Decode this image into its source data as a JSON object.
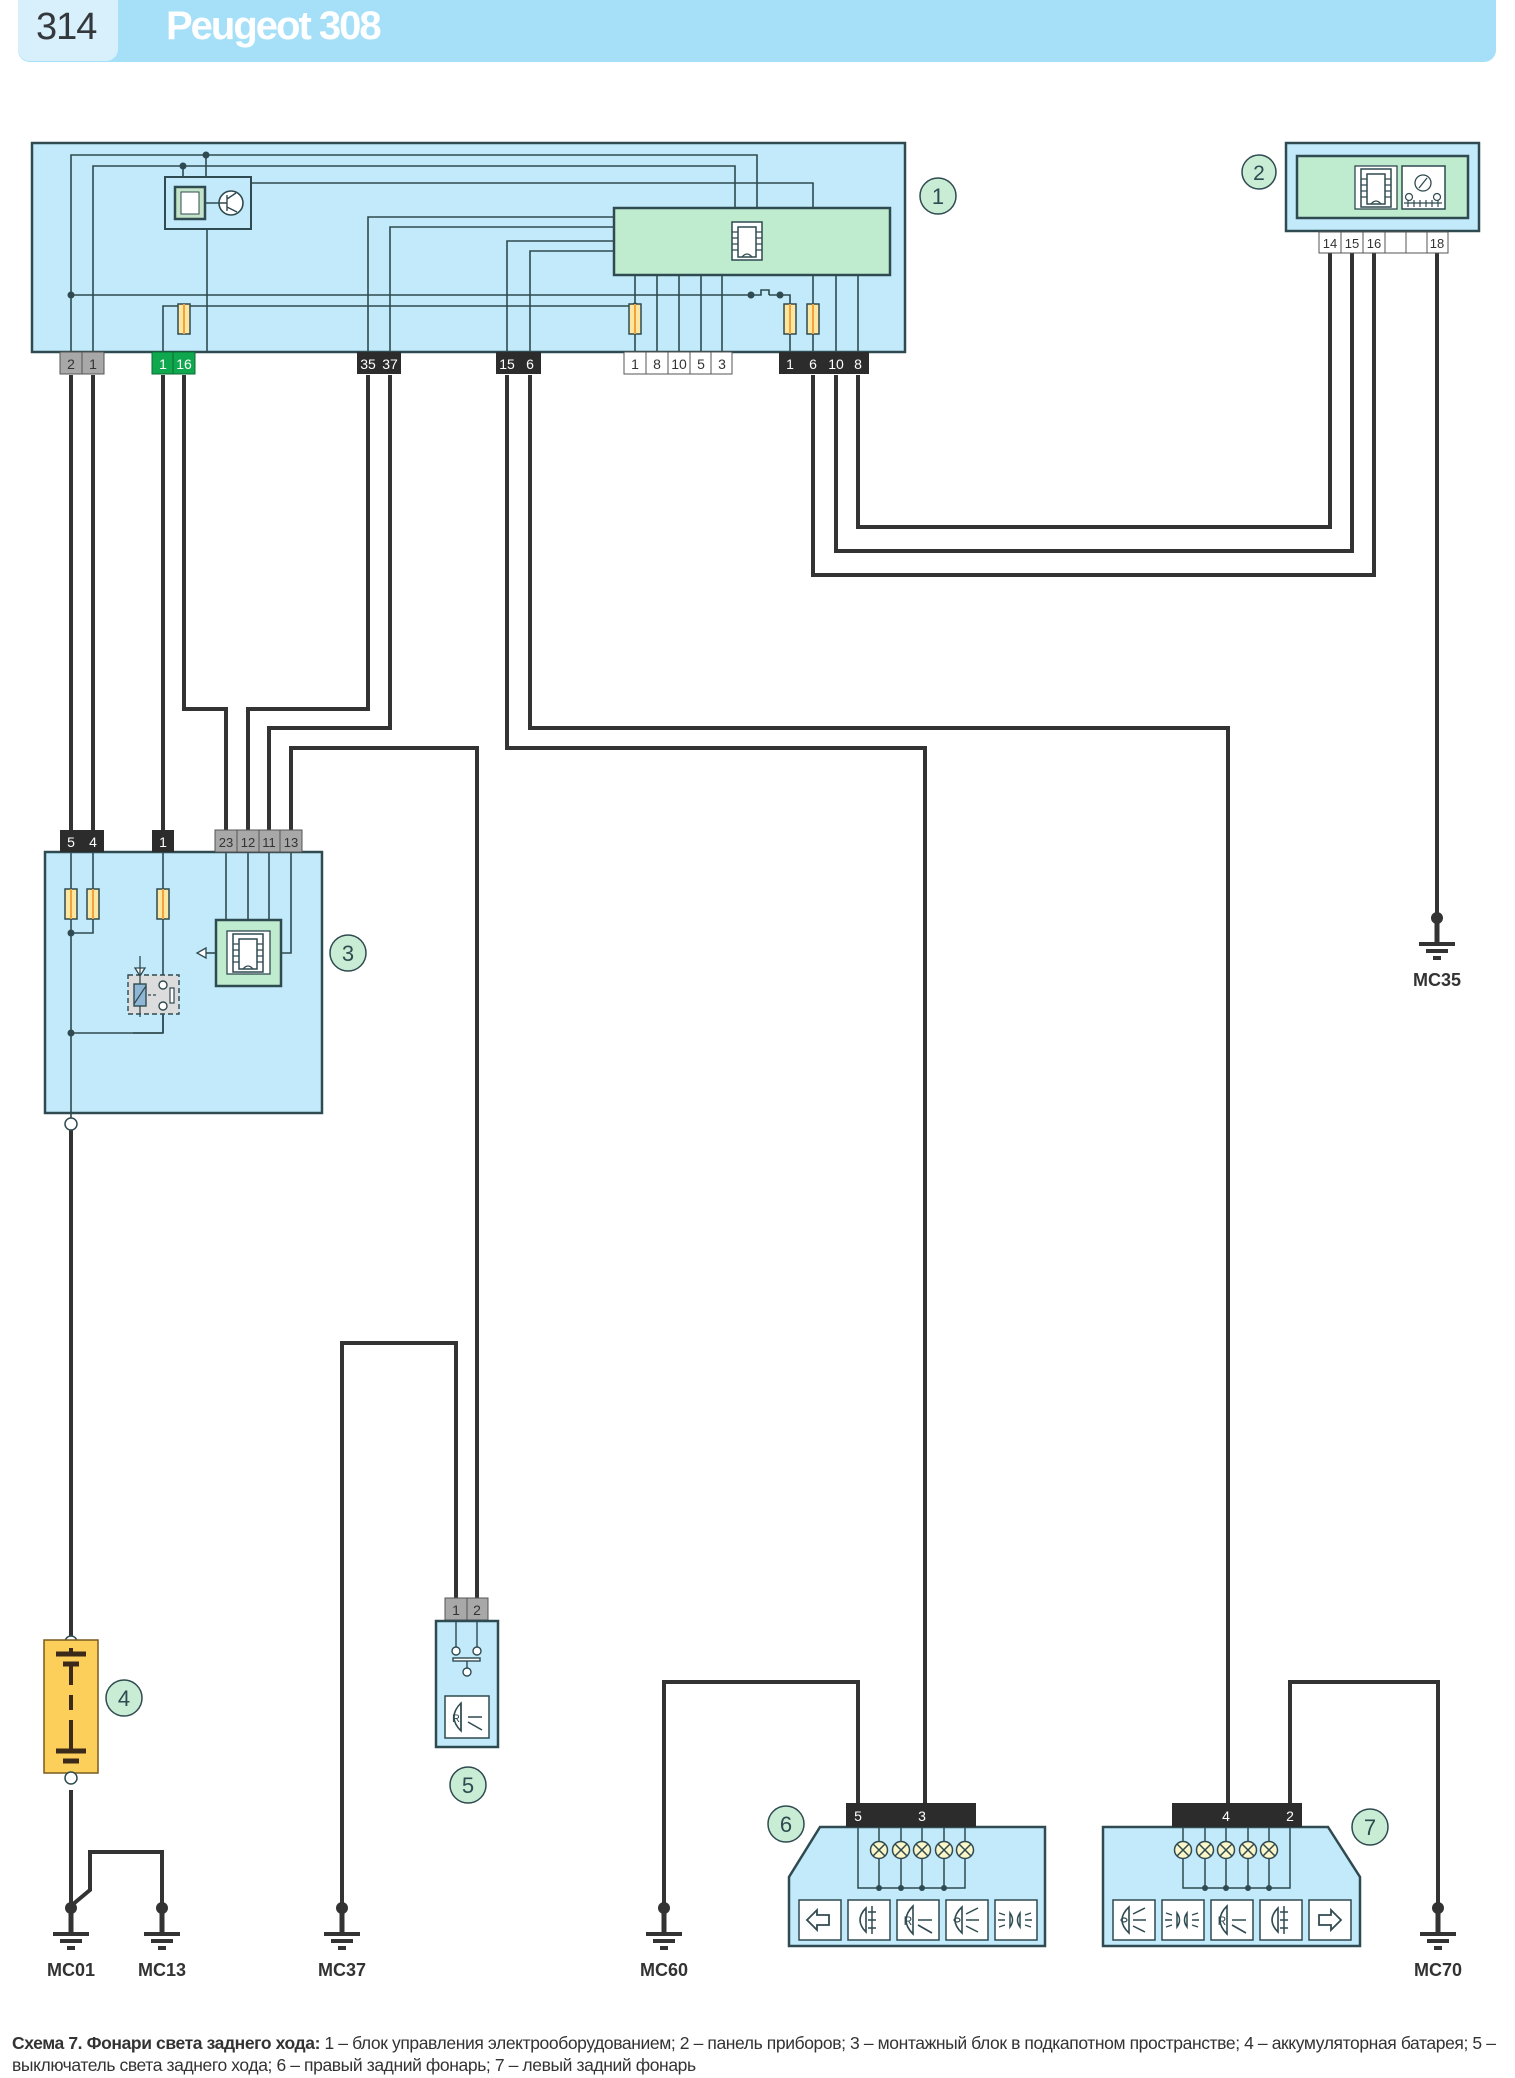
{
  "header": {
    "page_number": "314",
    "title": "Peugeot 308"
  },
  "colors": {
    "header_band": "#a6e0f8",
    "module_fill": "#c2eafb",
    "submodule_fill": "#bfeccf",
    "fuse_fill": "#fde6a0",
    "battery_fill": "#fbcf5a",
    "wire": "#333333",
    "connector_dark": "#2c2c2c",
    "connector_grey": "#a8a8a8",
    "connector_green": "#10a84e",
    "callout_fill": "#c8ecd4"
  },
  "components": {
    "c1": {
      "callout": "1",
      "connectors": {
        "g1": [
          "2",
          "1"
        ],
        "g2": [
          "1",
          "16"
        ],
        "g3": [
          "35",
          "37"
        ],
        "g4": [
          "15",
          "6"
        ],
        "g5": [
          "1",
          "8",
          "10",
          "5",
          "3"
        ],
        "g6": [
          "1",
          "6",
          "10",
          "8"
        ]
      }
    },
    "c2": {
      "callout": "2",
      "pins": [
        "14",
        "15",
        "16",
        "",
        "",
        "18"
      ]
    },
    "c3": {
      "callout": "3",
      "connectors": {
        "g1": [
          "5",
          "4"
        ],
        "g2": [
          "1"
        ],
        "g3": [
          "23",
          "12",
          "11",
          "13"
        ]
      }
    },
    "c4": {
      "callout": "4"
    },
    "c5": {
      "callout": "5",
      "pins": [
        "1",
        "2"
      ]
    },
    "c6": {
      "callout": "6",
      "pins": [
        "5",
        "3"
      ],
      "icons": [
        "turn-signal-left-icon",
        "fog-lamp-icon",
        "reverse-lamp-icon",
        "position-lamp-icon",
        "side-lamp-icon"
      ]
    },
    "c7": {
      "callout": "7",
      "pins": [
        "4",
        "2"
      ],
      "icons": [
        "position-lamp-icon",
        "side-lamp-icon",
        "reverse-lamp-icon",
        "fog-lamp-icon",
        "turn-signal-right-icon"
      ]
    }
  },
  "grounds": {
    "mc01": "MC01",
    "mc13": "MC13",
    "mc37": "MC37",
    "mc60": "MC60",
    "mc70": "MC70",
    "mc35": "MC35"
  },
  "caption": {
    "title": "Схема 7. Фонари света заднего хода:",
    "text": " 1 – блок управления электрооборудованием; 2 – панель приборов; 3 – монтажный блок в подкапотном пространстве; 4 – аккумуляторная батарея; 5 – выключатель света заднего хода; 6 – правый задний фонарь; 7 – левый задний фонарь"
  }
}
